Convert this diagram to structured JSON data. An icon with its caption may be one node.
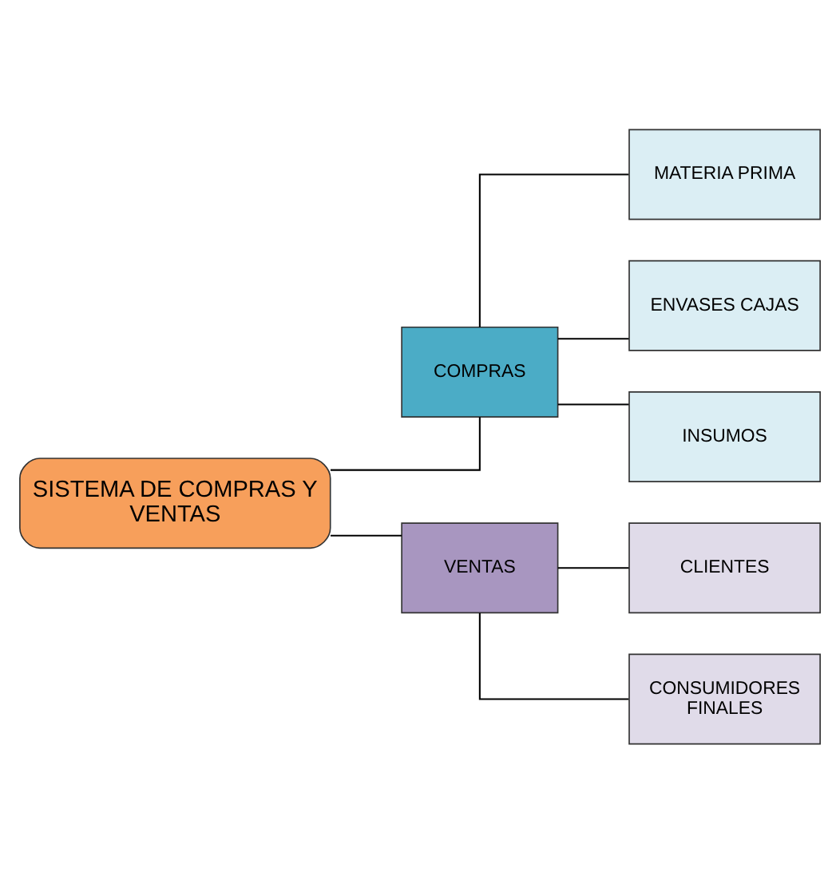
{
  "diagram": {
    "nodes": [
      {
        "text": [
          "SISTEMA DE COMPRAS Y VENTAS"
        ]
      },
      {
        "text": [
          "COMPRAS"
        ]
      },
      {
        "text": [
          "MATERIA PRIMA"
        ]
      },
      {
        "text": [
          "ENVASES CAJAS"
        ]
      },
      {
        "text": [
          "INSUMOS"
        ]
      },
      {
        "text": [
          "VENTAS"
        ]
      },
      {
        "text": [
          "CLIENTES"
        ]
      },
      {
        "text": [
          "CONSUMIDORES FINALES"
        ]
      }
    ],
    "edges": [
      {
        "from": 0,
        "to": 1,
        "arrow": "none"
      },
      {
        "from": 0,
        "to": 5,
        "arrow": "none"
      },
      {
        "from": 1,
        "to": 2,
        "arrow": "none"
      },
      {
        "from": 1,
        "to": 3,
        "arrow": "none"
      },
      {
        "from": 1,
        "to": 4,
        "arrow": "none"
      },
      {
        "from": 5,
        "to": 6,
        "arrow": "none"
      },
      {
        "from": 5,
        "to": 7,
        "arrow": "none"
      }
    ]
  }
}
